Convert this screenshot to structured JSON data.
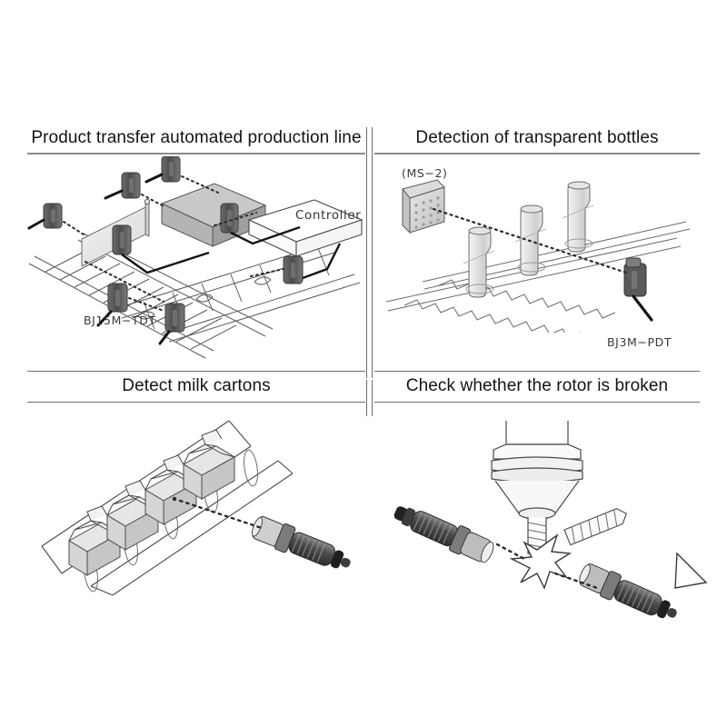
{
  "figure": {
    "background": "#ffffff",
    "rule_color": "#8a8a8a",
    "ink_color": "#333333",
    "sensor_dark": "#555555",
    "sensor_light": "#9a9a9a"
  },
  "panels": [
    {
      "id": "panel-product-transfer",
      "title": "Product transfer automated production line",
      "labels": [
        {
          "name": "controller-label",
          "text": "Controller"
        },
        {
          "name": "model-label",
          "text": "BJ15M−TDT"
        }
      ]
    },
    {
      "id": "panel-transparent-bottles",
      "title": "Detection of transparent bottles",
      "labels": [
        {
          "name": "reflector-label",
          "text": "(MS−2)"
        },
        {
          "name": "model-label",
          "text": "BJ3M−PDT"
        }
      ]
    },
    {
      "id": "panel-milk-cartons",
      "title": "Detect milk cartons",
      "labels": []
    },
    {
      "id": "panel-rotor-check",
      "title": "Check whether the rotor is broken",
      "labels": []
    }
  ]
}
